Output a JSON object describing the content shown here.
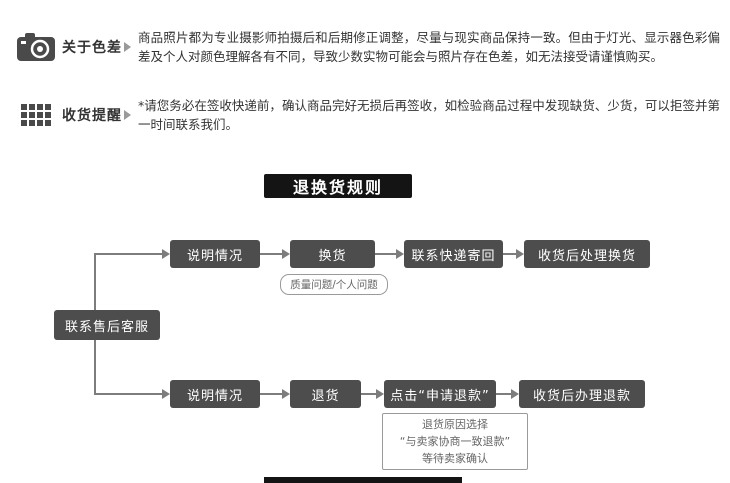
{
  "notices": [
    {
      "icon": "camera-icon",
      "label": "关于色差",
      "text": "商品照片都为专业摄影师拍摄后和后期修正调整，尽量与现实商品保持一致。但由于灯光、显示器色彩偏差及个人对颜色理解各有不同，导致少数实物可能会与照片存在色差，如无法接受请谨慎购买。"
    },
    {
      "icon": "grid-icon",
      "label": "收货提醒",
      "text": "*请您务必在签收快递前，确认商品完好无损后再签收，如检验商品过程中发现缺货、少货，可以拒签并第一时间联系我们。"
    }
  ],
  "rules": {
    "title": "退换货规则",
    "root": "联系售后客服",
    "exchange_flow": {
      "steps": [
        "说明情况",
        "换货",
        "联系快递寄回",
        "收货后处理换货"
      ],
      "note": "质量问题/个人问题"
    },
    "refund_flow": {
      "steps": [
        "说明情况",
        "退货",
        "点击“申请退款”",
        "收货后办理退款"
      ],
      "note_lines": [
        "退货原因选择",
        "“与卖家协商一致退款”",
        "等待卖家确认"
      ]
    }
  },
  "colors": {
    "box": "#4d4d4d",
    "title_bg": "#141414",
    "line": "#7d7d7d",
    "text": "#333333"
  }
}
